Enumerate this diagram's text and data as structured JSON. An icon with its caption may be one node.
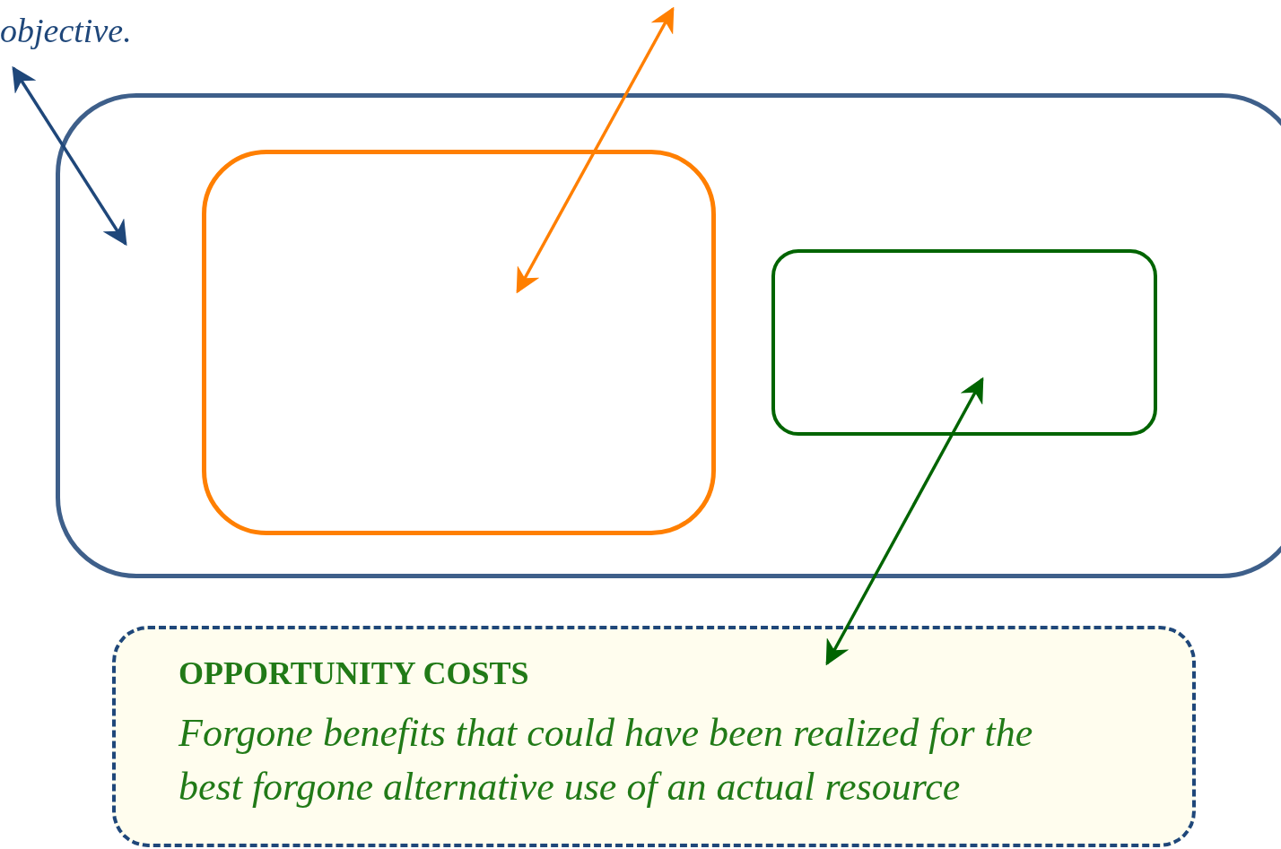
{
  "diagram": {
    "nodes": [
      {
        "text": [
          "objective."
        ]
      },
      {
        "text": [],
        "shape": "box"
      },
      {
        "text": [],
        "shape": "box",
        "in": 1
      },
      {
        "text": [],
        "shape": "box",
        "in": 1
      },
      {
        "text": [
          "OPPORTUNITY COSTS",
          "Forgone benefits that could have been realized for the best forgone alternative use of an actual resource"
        ]
      }
    ],
    "edges": [
      {
        "from": 0,
        "to": 1,
        "arrow": "both",
        "color": "#1f477a"
      },
      {
        "from": null,
        "to": 2,
        "arrow": "both",
        "color": "#ff7f00"
      },
      {
        "from": 4,
        "to": 3,
        "arrow": "both",
        "color": "#006400"
      }
    ]
  }
}
